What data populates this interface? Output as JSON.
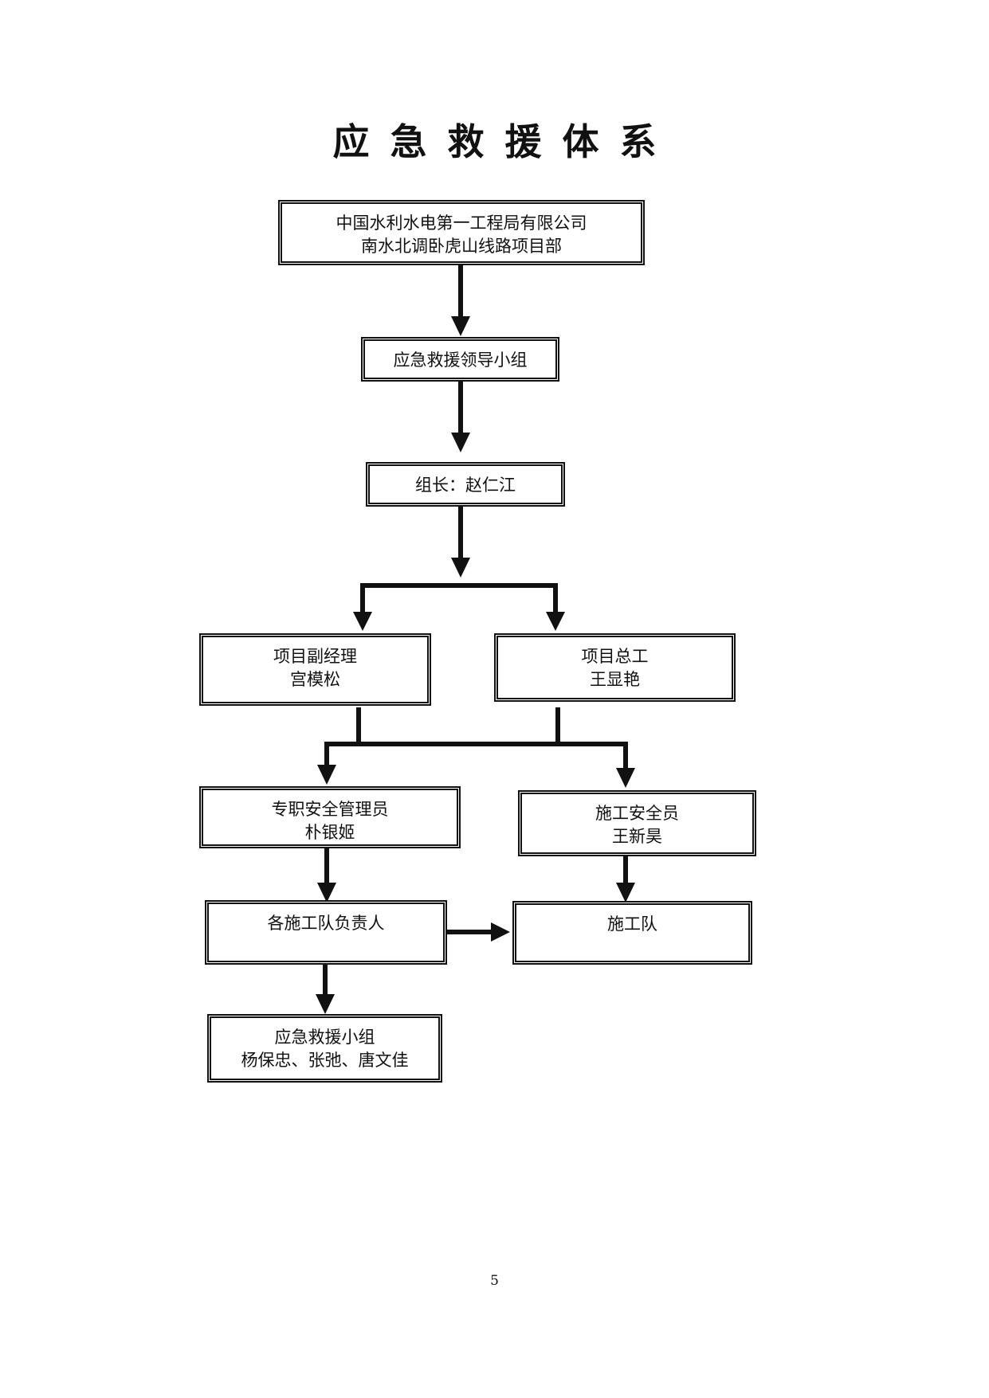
{
  "title": "应急救援体系",
  "nodes": {
    "company": {
      "line1": "中国水利水电第一工程局有限公司",
      "line2": "南水北调卧虎山线路项目部"
    },
    "leading_group": {
      "line1": "应急救援领导小组"
    },
    "leader": {
      "line1": "组长：赵仁江"
    },
    "deputy_manager": {
      "line1": "项目副经理",
      "line2": "宫模松"
    },
    "chief_engineer": {
      "line1": "项目总工",
      "line2": "王显艳"
    },
    "safety_manager": {
      "line1": "专职安全管理员",
      "line2": "朴银姬"
    },
    "construction_safety": {
      "line1": "施工安全员",
      "line2": "王新昊"
    },
    "team_leaders": {
      "line1": "各施工队负责人"
    },
    "construction_team": {
      "line1": "施工队"
    },
    "rescue_team": {
      "line1": "应急救援小组",
      "line2": "杨保忠、张弛、唐文佳"
    }
  },
  "page_number": "5"
}
